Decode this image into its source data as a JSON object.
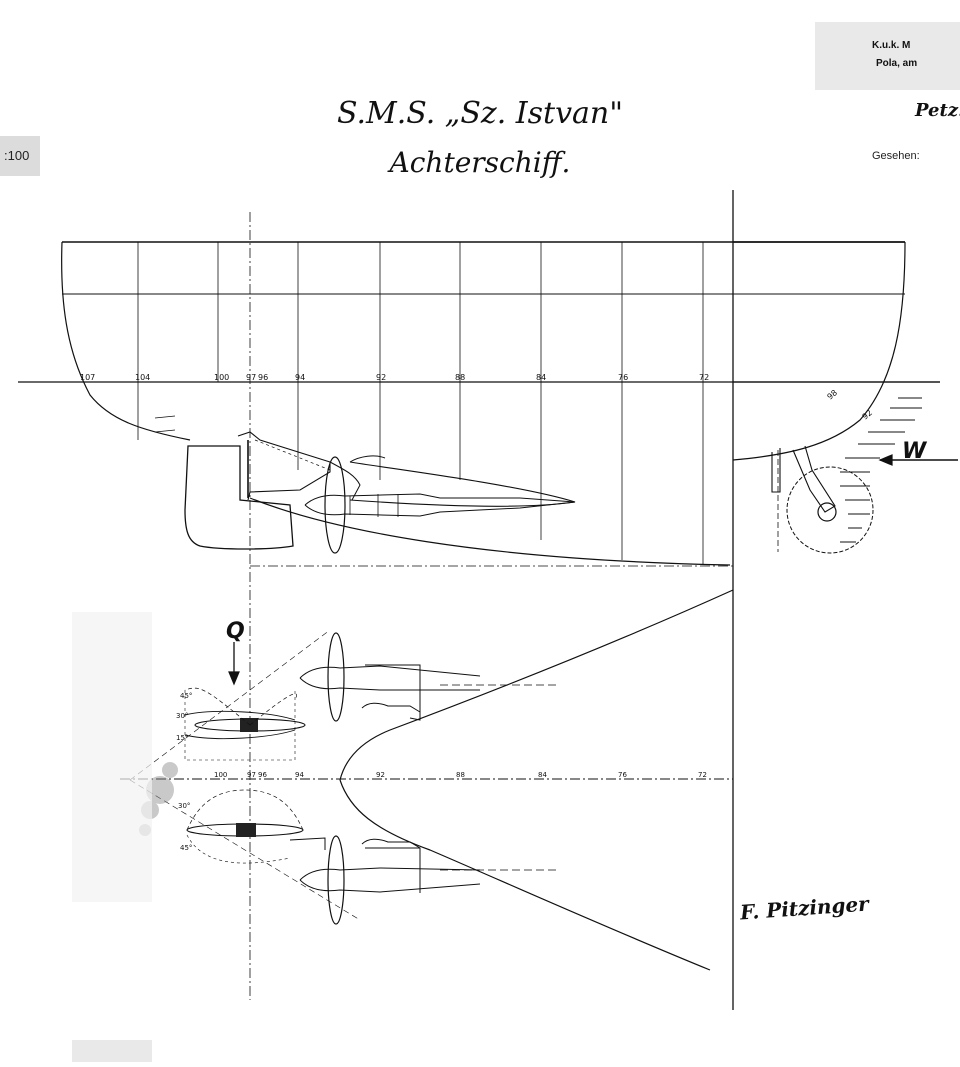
{
  "drawing": {
    "title": "S.M.S. „Sz. Istvan\"",
    "subtitle": "Achterschiff.",
    "scale": ":100",
    "stamp_line1": "K.u.k. M",
    "stamp_line2": "Pola, am",
    "gesehen": "Gesehen:",
    "signature_right": "Petz.",
    "signature_bottom": "F. Pitzinger",
    "flow_label": "W",
    "force_label": "Q"
  },
  "frames_upper": [
    "107",
    "104",
    "100",
    "97",
    "96",
    "94",
    "92",
    "88",
    "84",
    "76",
    "72"
  ],
  "frames_lower": [
    "100",
    "97",
    "96",
    "94",
    "92",
    "88",
    "84",
    "76",
    "72"
  ],
  "body_frames": [
    "98",
    "92"
  ],
  "angles": [
    "45°",
    "30°",
    "15°",
    "30°",
    "45°"
  ]
}
